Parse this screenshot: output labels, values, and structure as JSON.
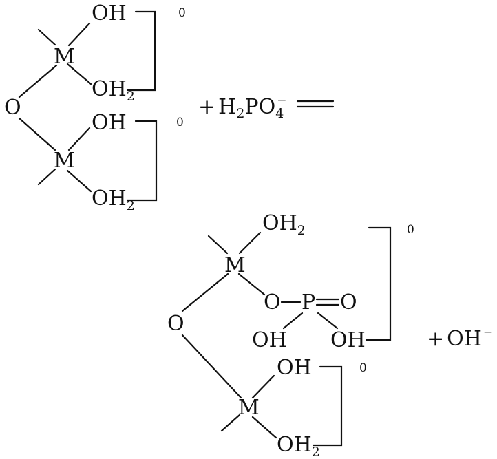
{
  "reactant": {
    "top_hydroxyl": "OH",
    "top_metal": "M",
    "top_aqua_base": "OH",
    "top_aqua_sub": "2",
    "top_charge": "0",
    "bridge": "O",
    "bottom_hydroxyl": "OH",
    "bottom_metal": "M",
    "bottom_aqua_base": "OH",
    "bottom_aqua_sub": "2",
    "bottom_charge": "0"
  },
  "reagent": {
    "plus": "+",
    "h": "H",
    "h_sub": "2",
    "po": "PO",
    "po_sub": "4",
    "po_sup": "−",
    "equals": "═"
  },
  "product": {
    "top_aqua_base": "OH",
    "top_aqua_sub": "2",
    "top_metal": "M",
    "ester_o": "O",
    "phosphorus": "P",
    "oxo_o": "O",
    "p_hydroxyl_left": "OH",
    "p_hydroxyl_right": "OH",
    "top_charge": "0",
    "bridge": "O",
    "bottom_hydroxyl": "OH",
    "bottom_metal": "M",
    "bottom_aqua_base": "OH",
    "bottom_aqua_sub": "2",
    "bottom_charge": "0"
  },
  "byproduct": {
    "plus": "+",
    "species": "OH",
    "charge": "−"
  }
}
